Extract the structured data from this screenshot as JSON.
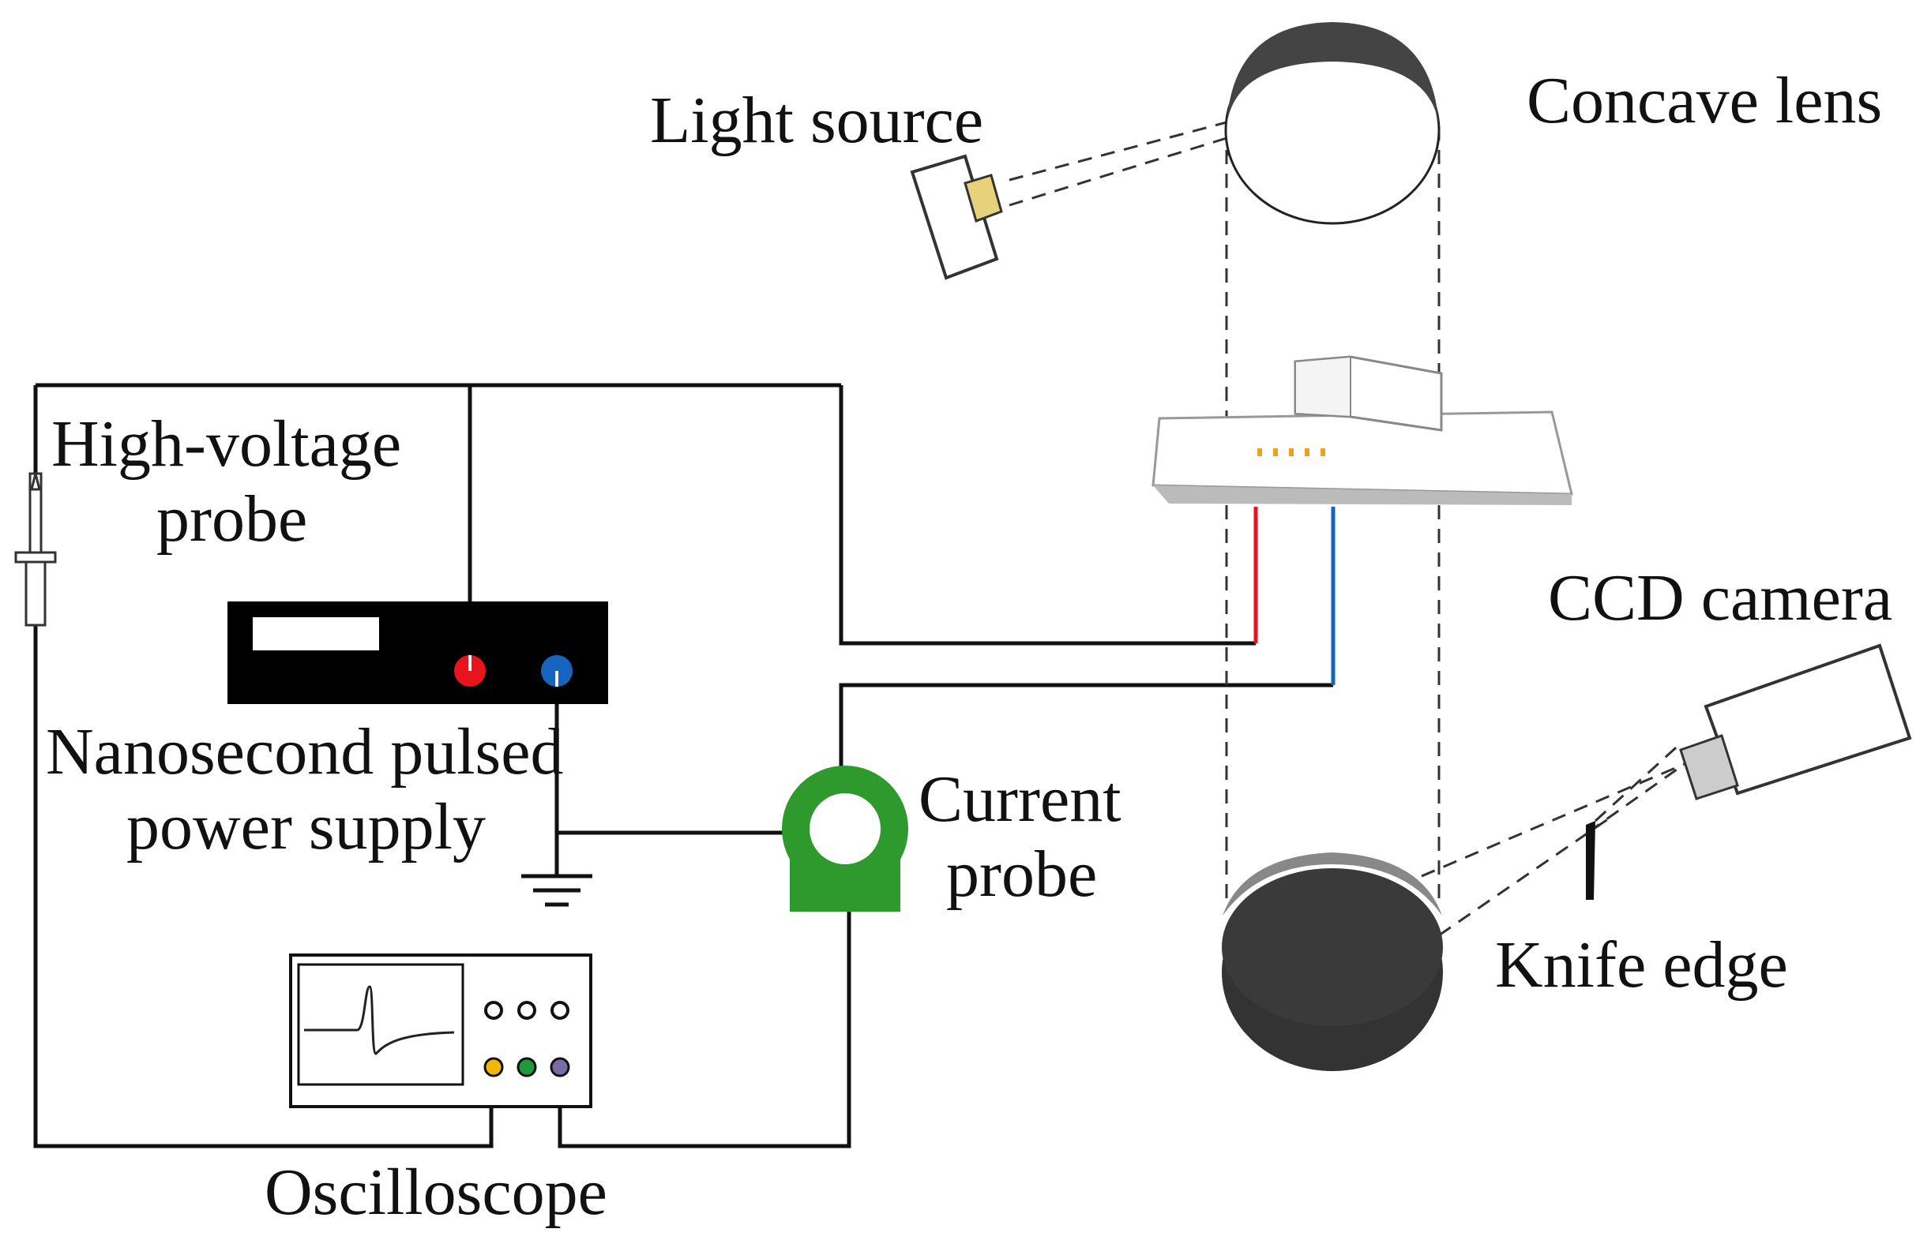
{
  "labels": {
    "light_source": "Light source",
    "concave_lens": "Concave lens",
    "high_voltage_probe_line1": "High-voltage",
    "high_voltage_probe_line2": "probe",
    "power_supply_line1": "Nanosecond pulsed",
    "power_supply_line2": "power supply",
    "current_probe_line1": "Current",
    "current_probe_line2": "probe",
    "ccd_camera": "CCD camera",
    "knife_edge": "Knife edge",
    "oscilloscope": "Oscilloscope"
  },
  "colors": {
    "wire": "#111111",
    "positive_terminal": "#e8141c",
    "negative_terminal": "#1565c0",
    "current_probe": "#2e9a2e",
    "osc_port_1": "#f2b705",
    "osc_port_2": "#1e9a3c",
    "osc_port_3": "#7a6aa8",
    "led": "#f0a020",
    "power_supply_body": "#000000",
    "light_source_emitter": "#e6d27a"
  }
}
